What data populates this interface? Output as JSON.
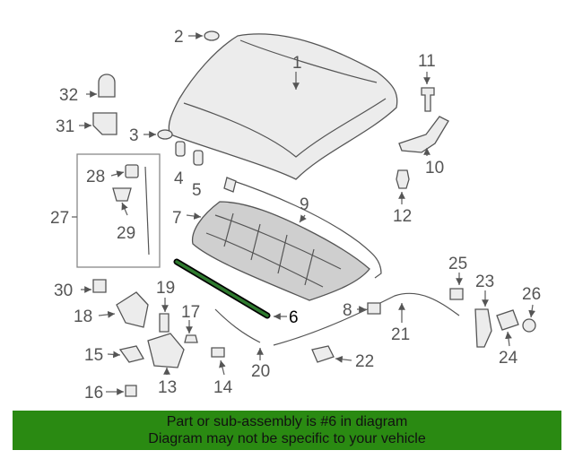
{
  "diagram": {
    "highlighted_part": "6",
    "callouts": {
      "c1": "1",
      "c2": "2",
      "c3": "3",
      "c4": "4",
      "c5": "5",
      "c6": "6",
      "c7": "7",
      "c8": "8",
      "c9": "9",
      "c10": "10",
      "c11": "11",
      "c12": "12",
      "c13": "13",
      "c14": "14",
      "c15": "15",
      "c16": "16",
      "c17": "17",
      "c18": "18",
      "c19": "19",
      "c20": "20",
      "c21": "21",
      "c22": "22",
      "c23": "23",
      "c24": "24",
      "c25": "25",
      "c26": "26",
      "c27": "27",
      "c28": "28",
      "c29": "29",
      "c30": "30",
      "c31": "31",
      "c32": "32"
    }
  },
  "banner": {
    "line1": "Part or sub-assembly is #6 in diagram",
    "line2": "Diagram may not be specific to your vehicle",
    "color": "#2a8a12"
  }
}
